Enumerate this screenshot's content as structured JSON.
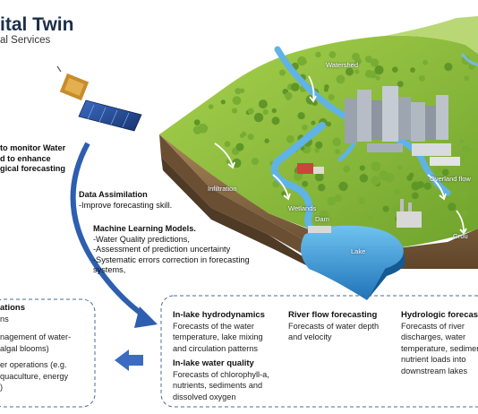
{
  "header": {
    "title": "ital Twin",
    "subtitle": "al Services"
  },
  "left_note": {
    "lines": [
      "to monitor Water",
      "d to enhance",
      "gical forecasting"
    ]
  },
  "data_assimilation": {
    "title": "Data Assimilation",
    "text": "-Improve forecasting skill."
  },
  "ml_models": {
    "title": "Machine Learning Models.",
    "lines": [
      "-Water Quality predictions,",
      "-Assessment of prediction uncertainty",
      "-Systematic errors correction in forecasting",
      " systems,"
    ]
  },
  "scene_labels": {
    "watershed": "Watershed",
    "infiltration": "Infiltration",
    "wetlands": "Wetlands",
    "dam": "Dam",
    "lake": "Lake",
    "overland_flow": "Overland flow",
    "groundwater": "Grou"
  },
  "ops_box": {
    "title": "ations",
    "lines": [
      "ns",
      "nagement of water-",
      " algal blooms)",
      "er operations (e.g.",
      "quaculture, energy",
      ")"
    ]
  },
  "in_lake": {
    "title": "In-lake hydrodynamics",
    "lines": [
      "Forecasts of the water",
      "temperature, lake mixing",
      "and circulation patterns"
    ]
  },
  "water_quality": {
    "title": "In-lake water quality",
    "lines": [
      "Forecasts of chlorophyll-a,",
      "nutrients, sediments and",
      "dissolved oxygen"
    ]
  },
  "river_flow": {
    "title": "River flow forecasting",
    "lines": [
      "Forecasts of water depth",
      "and velocity"
    ]
  },
  "hydrologic": {
    "title": "Hydrologic forecastin",
    "lines": [
      "Forecasts of river",
      "discharges, water",
      "temperature, sedimen",
      "nutrient loads into",
      "downstream lakes"
    ]
  },
  "colors": {
    "arrow_blue": "#2d5eb0",
    "grass": "#8dbf3a",
    "soil": "#8a6a44",
    "water": "#4aa9e0",
    "box_border": "#4a6a9a"
  }
}
